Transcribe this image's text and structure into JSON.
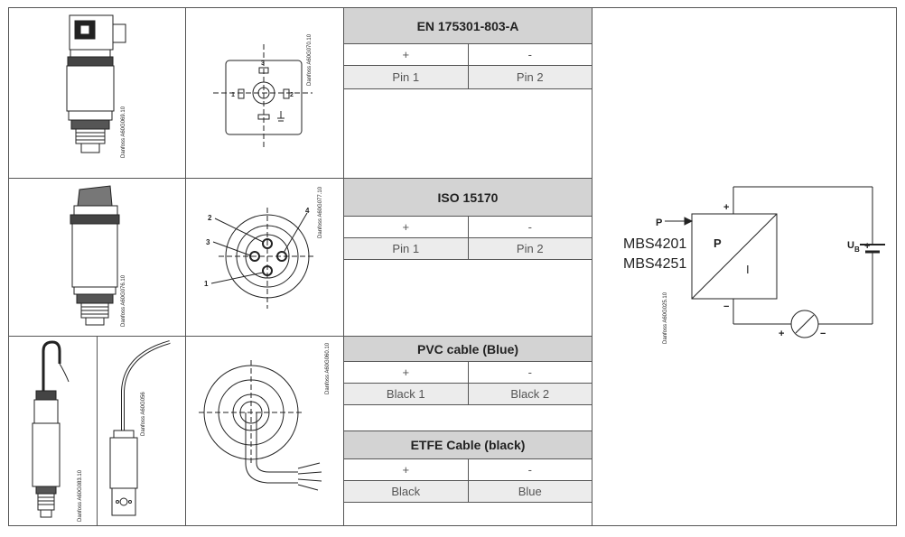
{
  "connectors": [
    {
      "title": "EN 175301-803-A",
      "polarity": {
        "plus": "+",
        "minus": "-"
      },
      "pins": {
        "plus": "Pin 1",
        "minus": "Pin 2"
      }
    },
    {
      "title": "ISO 15170",
      "polarity": {
        "plus": "+",
        "minus": "-"
      },
      "pins": {
        "plus": "Pin 1",
        "minus": "Pin 2"
      }
    },
    {
      "title": "PVC cable (Blue)",
      "polarity": {
        "plus": "+",
        "minus": "-"
      },
      "pins": {
        "plus": "Black 1",
        "minus": "Black 2"
      }
    },
    {
      "title": "ETFE Cable (black)",
      "polarity": {
        "plus": "+",
        "minus": "-"
      },
      "pins": {
        "plus": "Black",
        "minus": "Blue"
      }
    }
  ],
  "drawing_codes": {
    "en_connector_side": "Danfoss A60G069.10",
    "en_connector_face": "Danfoss A60G070.10",
    "iso_connector_side": "Danfoss A60G076.10",
    "iso_connector_face": "Danfoss A60G077.10",
    "pvc_cable_side": "Danfoss A60G083.10",
    "etfe_cable_side": "Danfoss A60G056",
    "cable_face": "Danfoss A60G060.10",
    "wiring_diagram": "Danfoss A60G025.10"
  },
  "iso_pins": {
    "p1": "1",
    "p2": "2",
    "p3": "3",
    "p4": "4"
  },
  "en_pins": {
    "p1": "1",
    "p2": "2",
    "p3": "3"
  },
  "wiring": {
    "pressure_input": "P",
    "model_1": "MBS4201",
    "model_2": "MBS4251",
    "block_p": "P",
    "block_i": "I",
    "plus_top": "+",
    "minus_bottom": "−",
    "supply_label": "U",
    "supply_sub": "B",
    "supply_plus": "+",
    "meter_plus": "+",
    "meter_minus": "−"
  }
}
